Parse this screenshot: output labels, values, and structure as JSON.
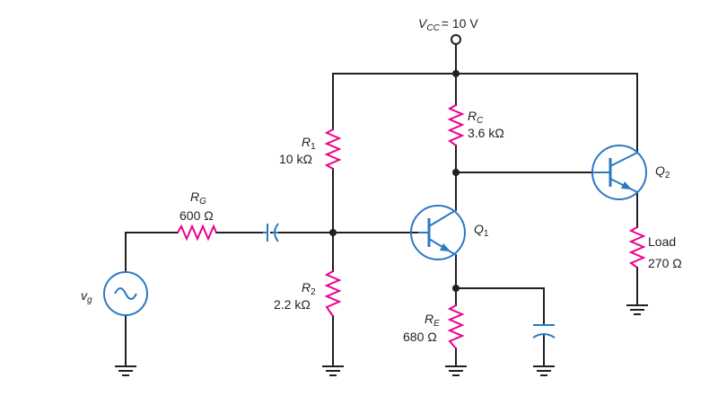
{
  "vcc": {
    "name": "V",
    "sub": "CC",
    "value": "= 10 V"
  },
  "rc": {
    "name": "R",
    "sub": "C",
    "value": "3.6 kΩ"
  },
  "r1": {
    "name": "R",
    "sub": "1",
    "value": "10 kΩ"
  },
  "r2": {
    "name": "R",
    "sub": "2",
    "value": "2.2 kΩ"
  },
  "rg": {
    "name": "R",
    "sub": "G",
    "value": "600 Ω"
  },
  "re": {
    "name": "R",
    "sub": "E",
    "value": "680 Ω"
  },
  "q1": {
    "name": "Q",
    "sub": "1"
  },
  "q2": {
    "name": "Q",
    "sub": "2"
  },
  "load": {
    "name": "Load",
    "value": "270 Ω"
  },
  "vg": {
    "name": "v",
    "sub": "g"
  },
  "colors": {
    "wire": "#231f20",
    "resistor": "#ec008c",
    "component": "#2b79c2"
  },
  "icons": [
    "vcc-terminal-icon",
    "resistor-icon",
    "capacitor-icon",
    "npn-transistor-icon",
    "ac-source-icon",
    "ground-icon"
  ]
}
